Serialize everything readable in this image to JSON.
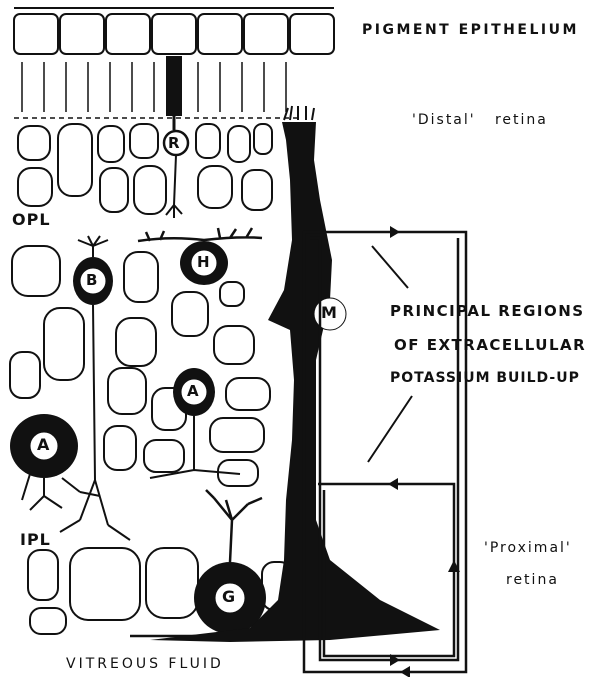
{
  "labels": {
    "pigment_epithelium": "PIGMENT EPITHELIUM",
    "distal_retina": "'Distal'   retina",
    "opl": "OPL",
    "ipl": "IPL",
    "vitreous_fluid": "VITREOUS FLUID",
    "proximal_retina_line1": "'Proximal'",
    "proximal_retina_line2": "retina",
    "principal_regions": [
      "PRINCIPAL REGIONS",
      "OF EXTRACELLULAR",
      "POTASSIUM BUILD-UP"
    ]
  },
  "cells": {
    "R": "R",
    "H": "H",
    "B": "B",
    "M": "M",
    "A1": "A",
    "A2": "A",
    "G": "G"
  }
}
